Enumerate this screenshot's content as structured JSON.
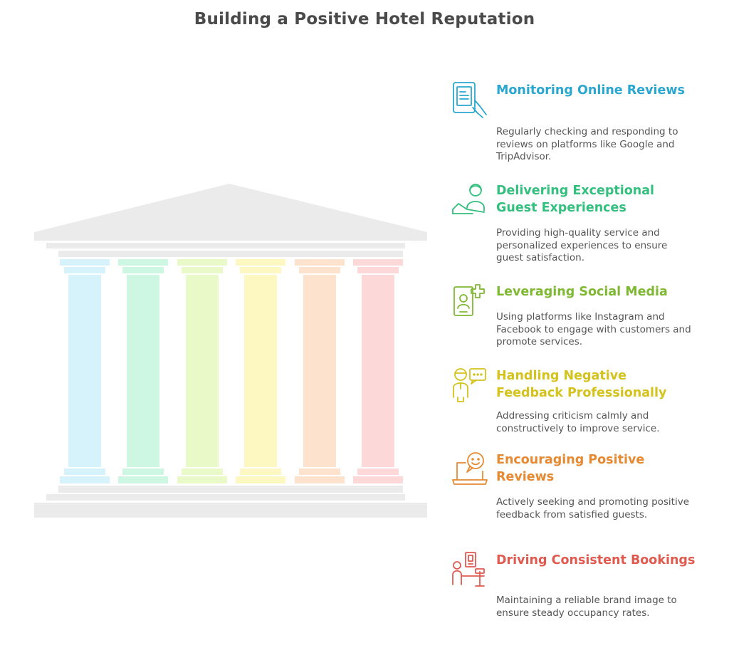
{
  "title": "Building a Positive Hotel Reputation",
  "colors": {
    "roof": "#ebebeb",
    "pillar1": "#d6f2fb",
    "pillar2": "#cdf7e2",
    "pillar3": "#e9f9c8",
    "pillar4": "#fdf7c2",
    "pillar5": "#fde3cd",
    "pillar6": "#fdd8d8"
  },
  "items": [
    {
      "heading": "Monitoring Online Reviews",
      "description": "Regularly checking and responding to reviews on platforms like Google and TripAdvisor.",
      "color": "#2aa7d1",
      "icon": "tablet-review-icon"
    },
    {
      "heading": "Delivering Exceptional Guest Experiences",
      "description": "Providing high-quality service and personalized experiences to ensure guest satisfaction.",
      "color": "#33bf7d",
      "icon": "concierge-service-icon"
    },
    {
      "heading": "Leveraging Social Media",
      "description": "Using platforms like Instagram and Facebook to engage with customers and promote services.",
      "color": "#7fb832",
      "icon": "add-contact-phone-icon"
    },
    {
      "heading": "Handling Negative Feedback Professionally",
      "description": "Addressing criticism calmly and constructively to improve service.",
      "color": "#d4c21d",
      "icon": "person-chat-icon"
    },
    {
      "heading": "Encouraging Positive Reviews",
      "description": "Actively seeking and promoting positive feedback from satisfied guests.",
      "color": "#e58a33",
      "icon": "laptop-smile-icon"
    },
    {
      "heading": "Driving Consistent Bookings",
      "description": "Maintaining a reliable brand image to ensure steady occupancy rates.",
      "color": "#e05a4f",
      "icon": "booking-desk-icon"
    }
  ]
}
